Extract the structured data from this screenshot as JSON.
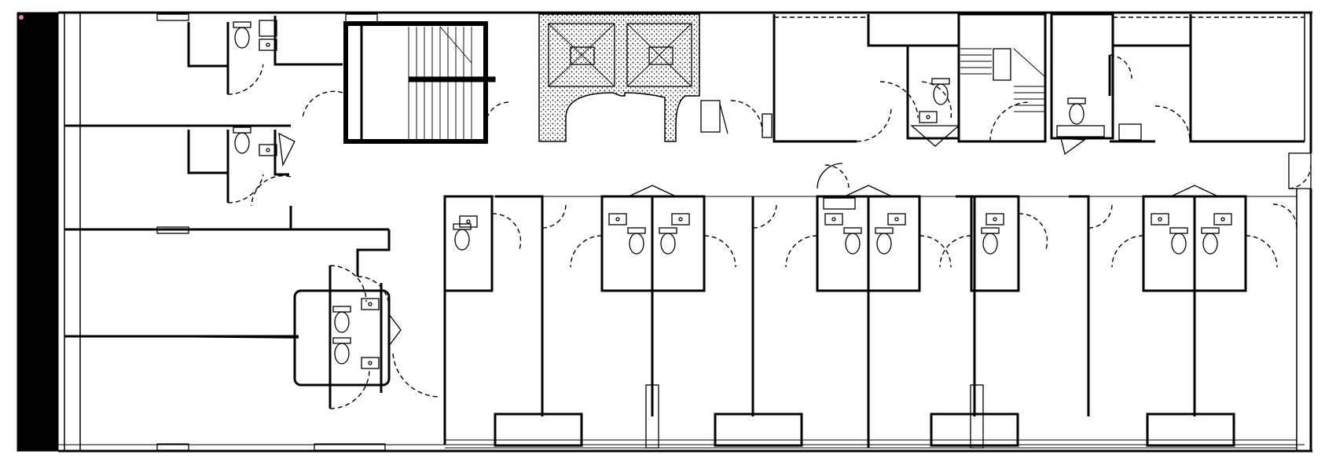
{
  "plan": {
    "unit_rooms_south": 5,
    "rooms_west": 4,
    "corridor_rooms_north": 6
  }
}
